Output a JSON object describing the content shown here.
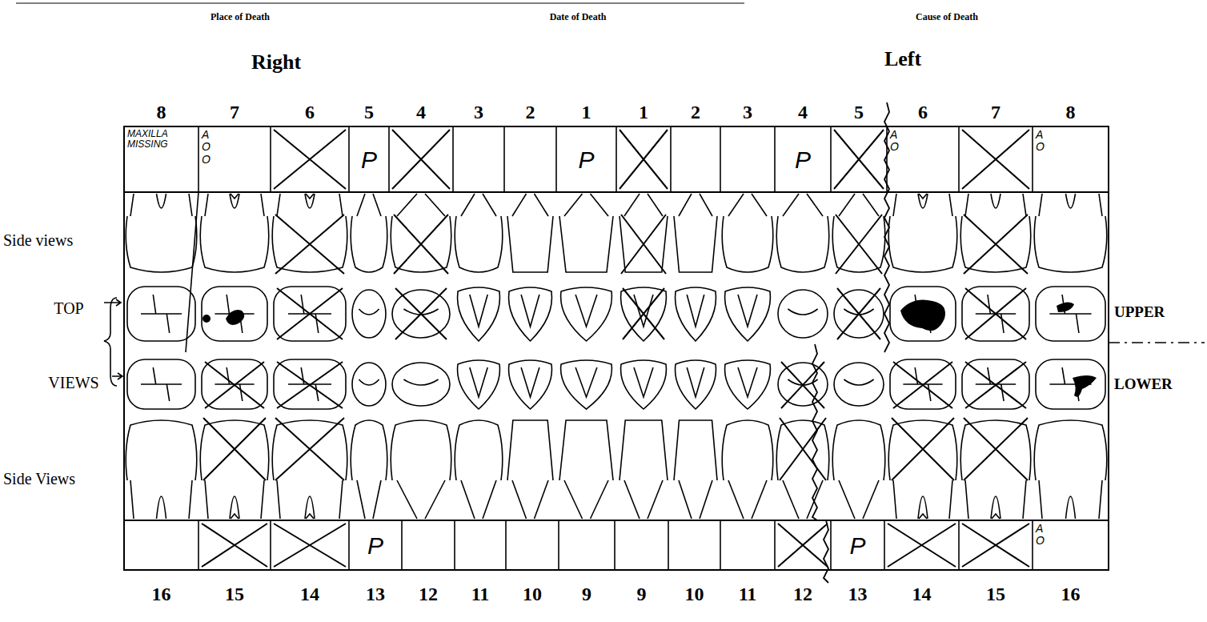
{
  "diagram": {
    "labels": [
      "Place of Death",
      "Date of Death",
      "Cause of Death",
      "Right",
      "Left",
      "8",
      "7",
      "6",
      "5",
      "4",
      "3",
      "2",
      "1",
      "1",
      "2",
      "3",
      "4",
      "5",
      "6",
      "7",
      "8",
      "Side views",
      "TOP",
      "VIEWS",
      "UPPER",
      "LOWER",
      "Side Views",
      "16",
      "15",
      "14",
      "13",
      "12",
      "11",
      "10",
      "9",
      "9",
      "10",
      "11",
      "12",
      "13",
      "14",
      "15",
      "16",
      "MAXILLA MISSING",
      "A O O",
      "P",
      "P",
      "P",
      "A O",
      "A O",
      "P",
      "P",
      "A O"
    ]
  }
}
